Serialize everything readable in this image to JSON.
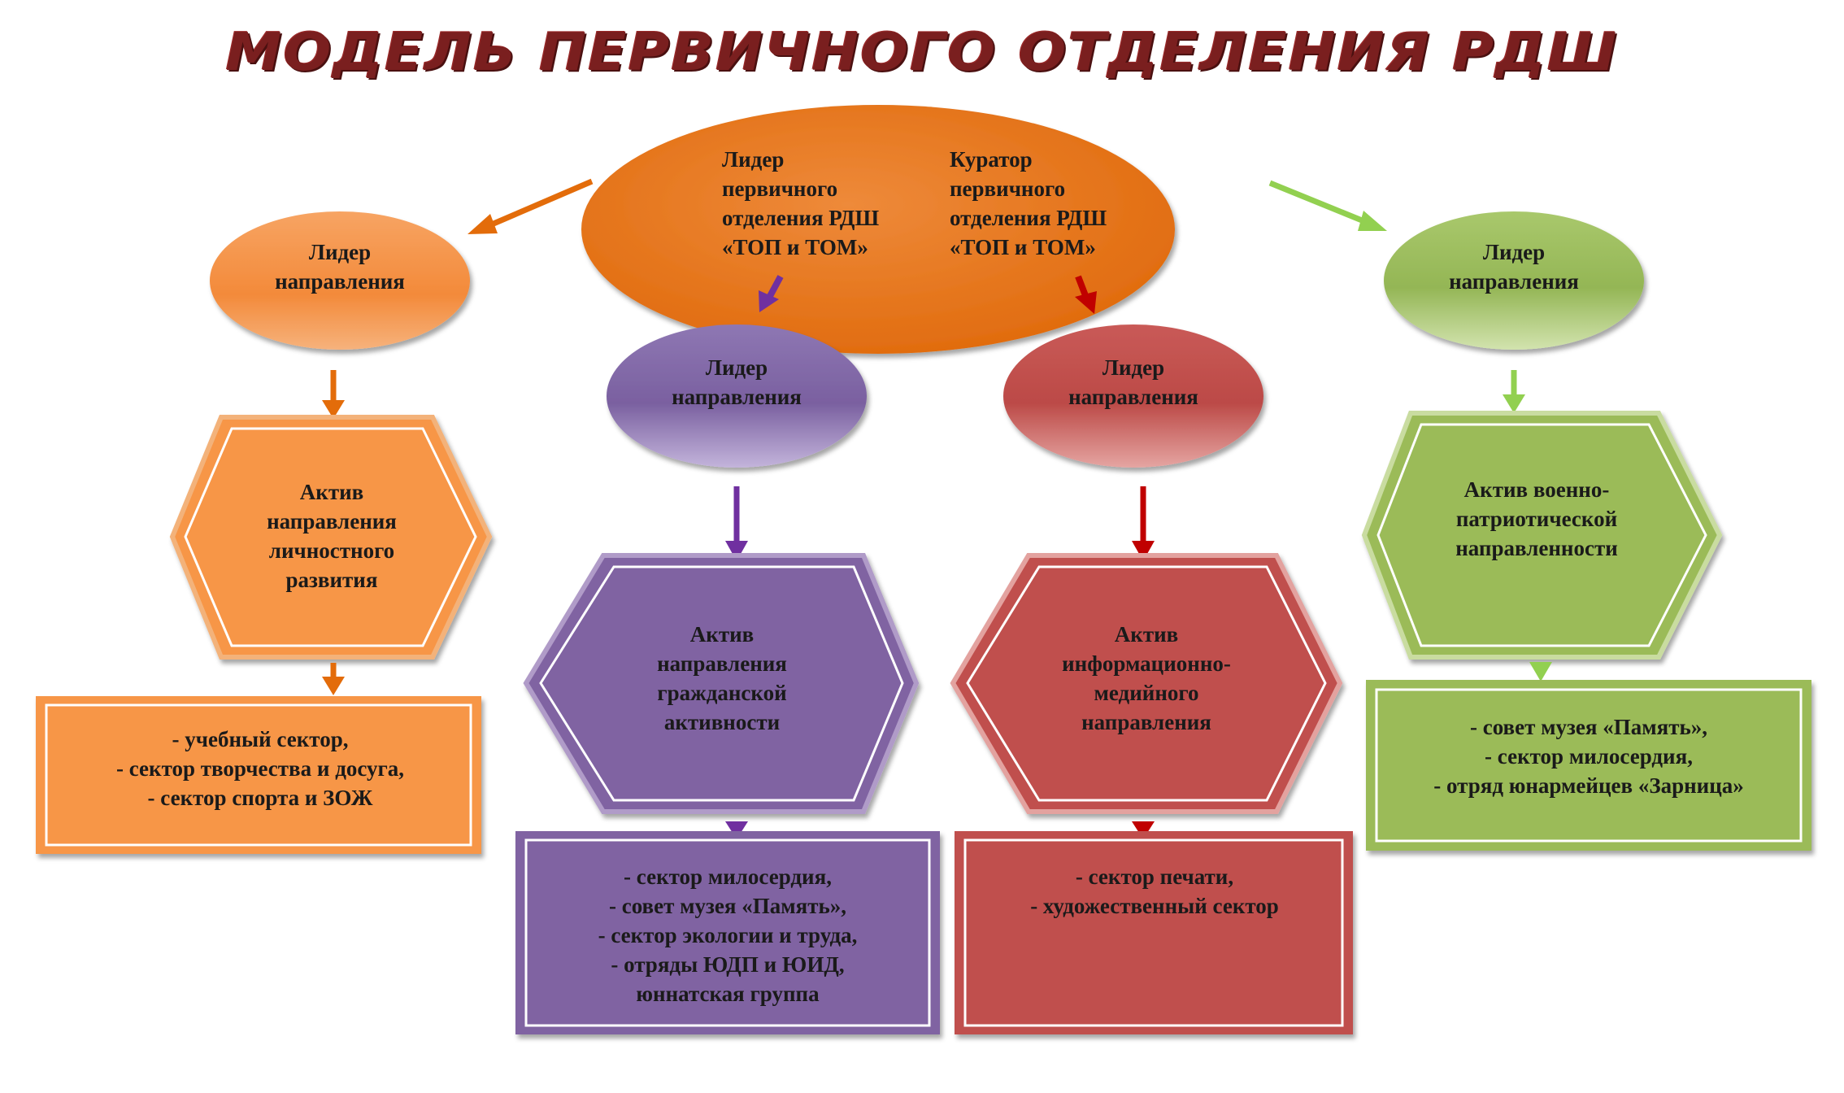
{
  "title": "МОДЕЛЬ ПЕРВИЧНОГО ОТДЕЛЕНИЯ РДШ",
  "colors": {
    "orange": "#F79646",
    "orange_dark": "#E36C0A",
    "purple": "#8064A2",
    "purple_dark": "#7030A0",
    "red": "#C0504D",
    "red_dark": "#C00000",
    "green": "#9BBB59",
    "green_light": "#92D050",
    "title": "#7A1F1F"
  },
  "center": {
    "leader_lines": [
      "Лидер",
      "первичного",
      "отделения  РДШ",
      "«ТОП и ТОМ»"
    ],
    "curator_lines": [
      "Куратор",
      "первичного",
      "отделения  РДШ",
      "«ТОП и ТОМ»"
    ]
  },
  "branches": [
    {
      "id": "personal",
      "leader": [
        "Лидер",
        "направления"
      ],
      "activ": [
        "Актив",
        "направления",
        "личностного",
        "развития"
      ],
      "sectors": [
        "- учебный сектор,",
        "- сектор творчества и досуга,",
        "- сектор спорта и ЗОЖ"
      ]
    },
    {
      "id": "civic",
      "leader": [
        "Лидер",
        "направления"
      ],
      "activ": [
        "Актив",
        "направления",
        "гражданской",
        "активности"
      ],
      "sectors": [
        "- сектор милосердия,",
        "- совет музея «Память»,",
        "- сектор экологии и труда,",
        "- отряды ЮДП и ЮИД,",
        "юннатская группа"
      ]
    },
    {
      "id": "media",
      "leader": [
        "Лидер",
        "направления"
      ],
      "activ": [
        "Актив",
        "информационно-",
        "медийного",
        "направления"
      ],
      "sectors": [
        "- сектор печати,",
        "- художественный сектор"
      ]
    },
    {
      "id": "military",
      "leader": [
        "Лидер",
        "направления"
      ],
      "activ": [
        "Актив военно-",
        "патриотической",
        "направленности"
      ],
      "sectors": [
        "- совет музея «Память»,",
        "- сектор милосердия,",
        "- отряд юнармейцев «Зарница»"
      ]
    }
  ]
}
